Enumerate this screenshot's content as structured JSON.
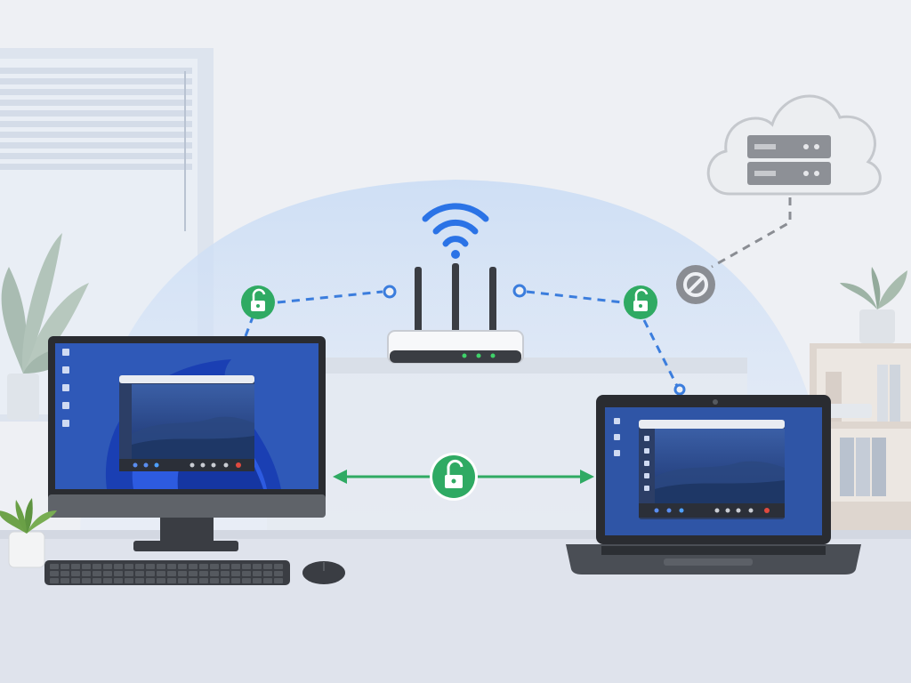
{
  "colors": {
    "background": "#eef0f4",
    "desk": "#dfe3ec",
    "wifi_bubble": "#d3e2f6",
    "link_blue": "#3b7ddd",
    "secure_green": "#2faa63",
    "blocked_gray": "#8a8d93",
    "device_dark": "#3a3d43",
    "screen_blue": "#1f3a78"
  },
  "nodes": [
    {
      "id": "router",
      "icon": "wifi-router-icon"
    },
    {
      "id": "desktop",
      "icon": "desktop-monitor-icon"
    },
    {
      "id": "laptop",
      "icon": "laptop-icon"
    },
    {
      "id": "cloud",
      "icon": "cloud-server-icon"
    }
  ],
  "links": [
    {
      "from": "desktop",
      "to": "router",
      "style": "dashed",
      "status": "unlocked",
      "icon": "unlocked-padlock-icon"
    },
    {
      "from": "router",
      "to": "laptop",
      "style": "dashed",
      "status": "unlocked",
      "icon": "unlocked-padlock-icon"
    },
    {
      "from": "desktop",
      "to": "laptop",
      "style": "solid-bidirectional",
      "status": "unlocked",
      "icon": "unlocked-padlock-icon"
    },
    {
      "from": "cloud",
      "to": "laptop",
      "style": "dashed",
      "status": "blocked",
      "icon": "blocked-icon"
    }
  ]
}
